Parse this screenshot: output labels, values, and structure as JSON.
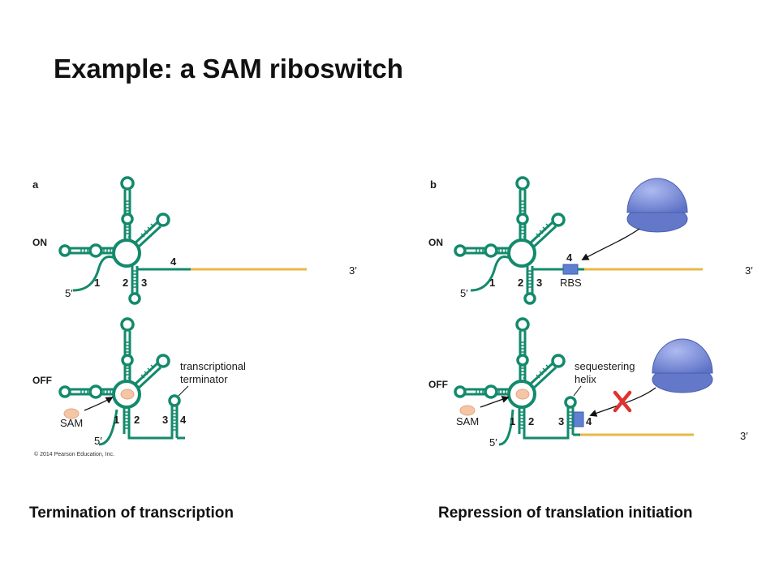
{
  "title": "Example: a SAM riboswitch",
  "panels": [
    {
      "letter": "a",
      "on_label": "ON",
      "off_label": "OFF",
      "on_numbers": [
        "1",
        "2",
        "3",
        "4"
      ],
      "off_numbers": [
        "1",
        "2",
        "3",
        "4"
      ],
      "five_prime": "5′",
      "three_prime": "3′",
      "terminator_label": [
        "transcriptional",
        "terminator"
      ],
      "sam_label": "SAM",
      "caption": "Termination of transcription"
    },
    {
      "letter": "b",
      "on_label": "ON",
      "off_label": "OFF",
      "on_numbers": [
        "1",
        "2",
        "3",
        "4"
      ],
      "off_numbers": [
        "1",
        "2",
        "3",
        "4"
      ],
      "five_prime": "5′",
      "three_prime": "3′",
      "rbs_label": "RBS",
      "sequestering_label": [
        "sequestering",
        "helix"
      ],
      "sam_label": "SAM",
      "caption": "Repression of translation initiation"
    }
  ],
  "copyright": "© 2014 Pearson Education, Inc.",
  "colors": {
    "rna": "#138a6c",
    "mrna_yellow": "#e7b94a",
    "ribosome": "#6f84d3",
    "rbs": "#5f7fd0",
    "sam": "#f3c6a6",
    "block_x": "#e0312d"
  }
}
